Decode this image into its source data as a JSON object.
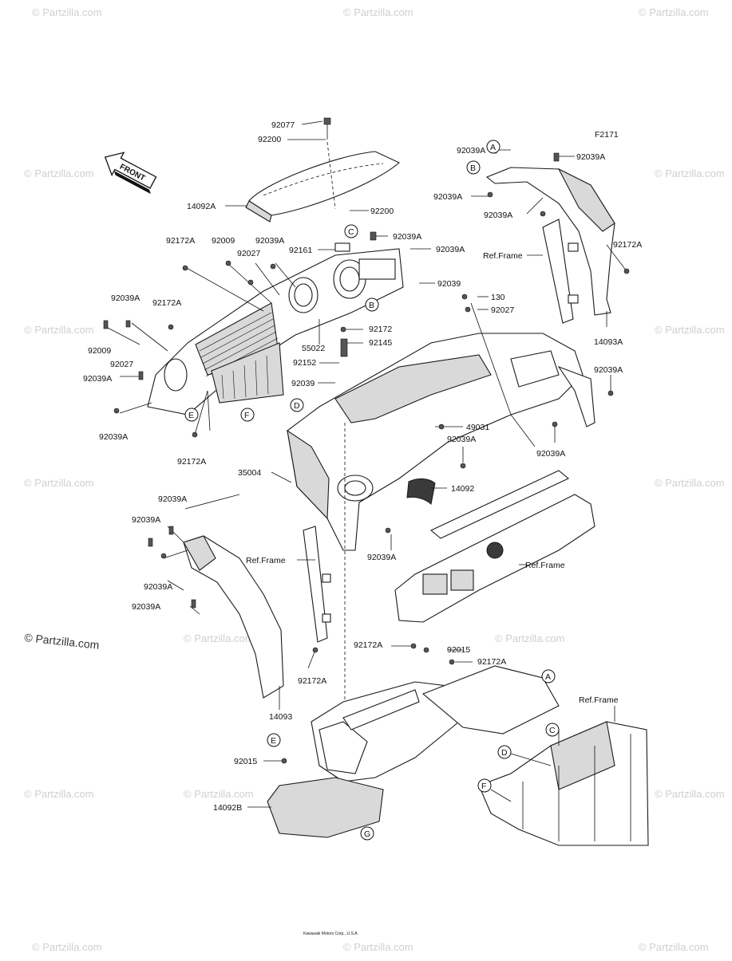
{
  "figure_code": "F2171",
  "front_label": "FRONT",
  "watermark": "© Partzilla.com",
  "big_watermark": "© Partzilla.com",
  "footer_text": "Kawasaki Motors Corp., U.S.A.",
  "part_numbers": {
    "p92077": "92077",
    "p92200_top": "92200",
    "p14092A": "14092A",
    "p92200_mid": "92200",
    "p92039A_bolt": "92039A",
    "p92161": "92161",
    "p92039A_r1": "92039A",
    "p92172A_l": "92172A",
    "p92009_t": "92009",
    "p92039A_t": "92039A",
    "p92027_t": "92027",
    "p92039": "92039",
    "p92039A_ul": "92039A",
    "p92172A_ul": "92172A",
    "p92009_l": "92009",
    "p92027_l": "92027",
    "p92039A_l2": "92039A",
    "p92039A_l3": "92039A",
    "p92172A_b": "92172A",
    "p55022": "55022",
    "p92172": "92172",
    "p92145": "92145",
    "p92152": "92152",
    "p92039_m": "92039",
    "p130": "130",
    "p92027_r": "92027",
    "p92039A_tr1": "92039A",
    "p92039A_tr2": "92039A",
    "p92039A_tr3": "92039A",
    "p92039A_tr4": "92039A",
    "p92172A_tr": "92172A",
    "p14093A": "14093A",
    "p92039A_r2": "92039A",
    "p49031": "49031",
    "p92039A_c": "92039A",
    "p92039A_r3": "92039A",
    "p35004": "35004",
    "p14092": "14092",
    "p92039A_f1": "92039A",
    "p92039A_f2": "92039A",
    "p92039A_f3": "92039A",
    "p92039A_f4": "92039A",
    "p92039A_low": "92039A",
    "p92172A_f": "92172A",
    "p14093": "14093",
    "p92172A_m": "92172A",
    "p92015_m": "92015",
    "p92172A_m2": "92172A",
    "p92015_l": "92015",
    "p14092B": "14092B"
  },
  "ref_frame": [
    "Ref.Frame",
    "Ref.Frame",
    "Ref.Frame",
    "Ref.Frame"
  ],
  "callouts": [
    "A",
    "B",
    "C",
    "B",
    "D",
    "E",
    "F",
    "A",
    "E",
    "G",
    "C",
    "D",
    "F"
  ]
}
